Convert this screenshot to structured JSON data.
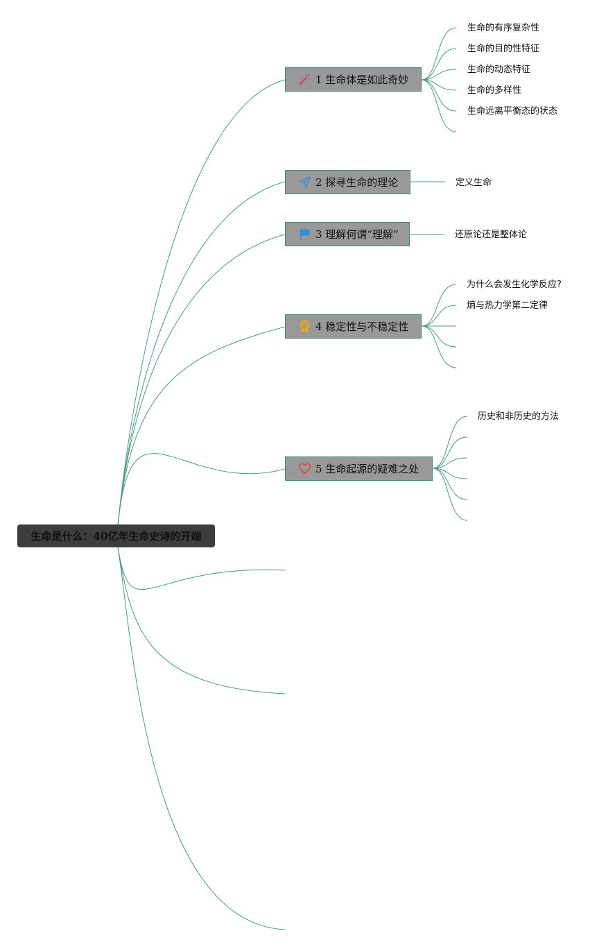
{
  "root": {
    "label": "生命是什么：40亿年生命史诗的开端"
  },
  "topics": [
    {
      "id": "t1",
      "icon": "magic-wand-icon",
      "icon_color": "#e0306a",
      "label": "1 生命体是如此奇妙",
      "children": [
        "生命的有序复杂性",
        "生命的目的性特征",
        "生命的动态特征",
        "生命的多样性",
        "生命远离平衡态的状态",
        ""
      ]
    },
    {
      "id": "t2",
      "icon": "paper-plane-icon",
      "icon_color": "#3a8fd8",
      "label": "2 探寻生命的理论",
      "children": [
        "定义生命"
      ]
    },
    {
      "id": "t3",
      "icon": "flag-icon",
      "icon_color": "#2b8fe0",
      "label": "3 理解何谓“理解”",
      "children": [
        "还原论还是整体论"
      ]
    },
    {
      "id": "t4",
      "icon": "medal-icon",
      "icon_color": "#f0a818",
      "label": "4 稳定性与不稳定性",
      "children": [
        "为什么会发生化学反应?",
        "熵与热力学第二定律",
        "",
        "",
        ""
      ]
    },
    {
      "id": "t5",
      "icon": "heart-icon",
      "icon_color": "#e04a3a",
      "label": "5 生命起源的疑难之处",
      "children": [
        "历史和非历史的方法",
        "",
        "",
        "",
        "",
        ""
      ]
    }
  ],
  "colors": {
    "edge": "#4a9a80",
    "root_fill": "#3d3d3d",
    "topic_fill": "#999999",
    "topic_border": "#3f8a70"
  }
}
